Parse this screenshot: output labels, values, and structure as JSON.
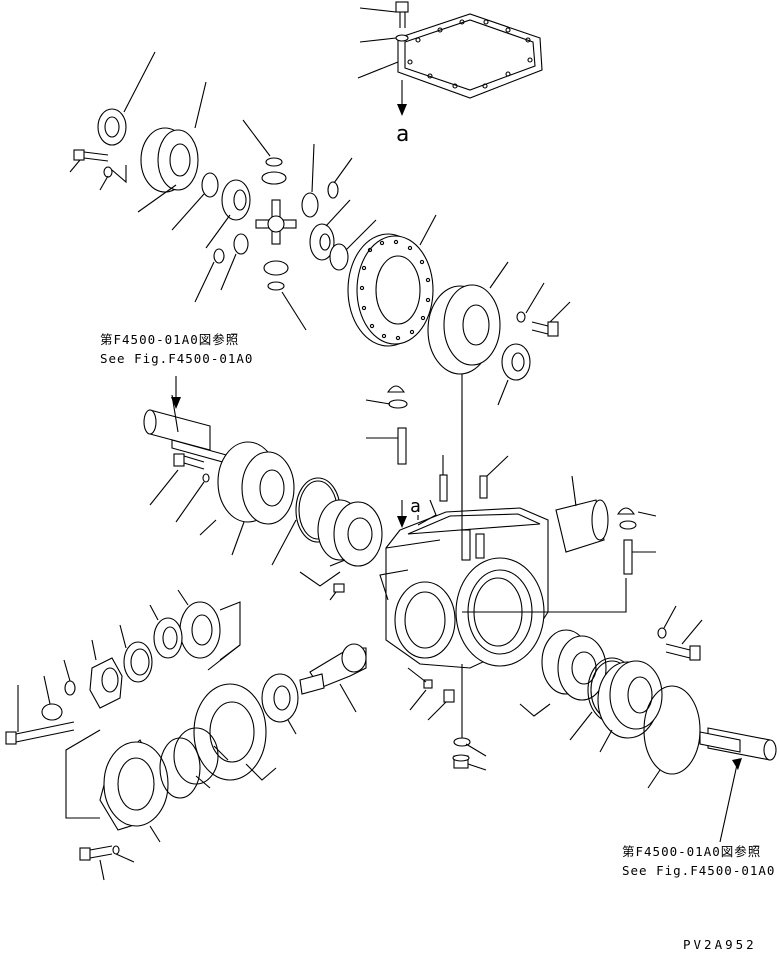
{
  "callouts": {
    "upper_left": {
      "jp": "第F4500-01A0図参照",
      "en": "See Fig.F4500-01A0"
    },
    "lower_right": {
      "jp": "第F4500-01A0図参照",
      "en": "See Fig.F4500-01A0"
    }
  },
  "view_markers": {
    "top": "a",
    "housing": "a"
  },
  "drawing_code": "PV2A952",
  "colors": {
    "line": "#000000",
    "background": "#ffffff"
  }
}
